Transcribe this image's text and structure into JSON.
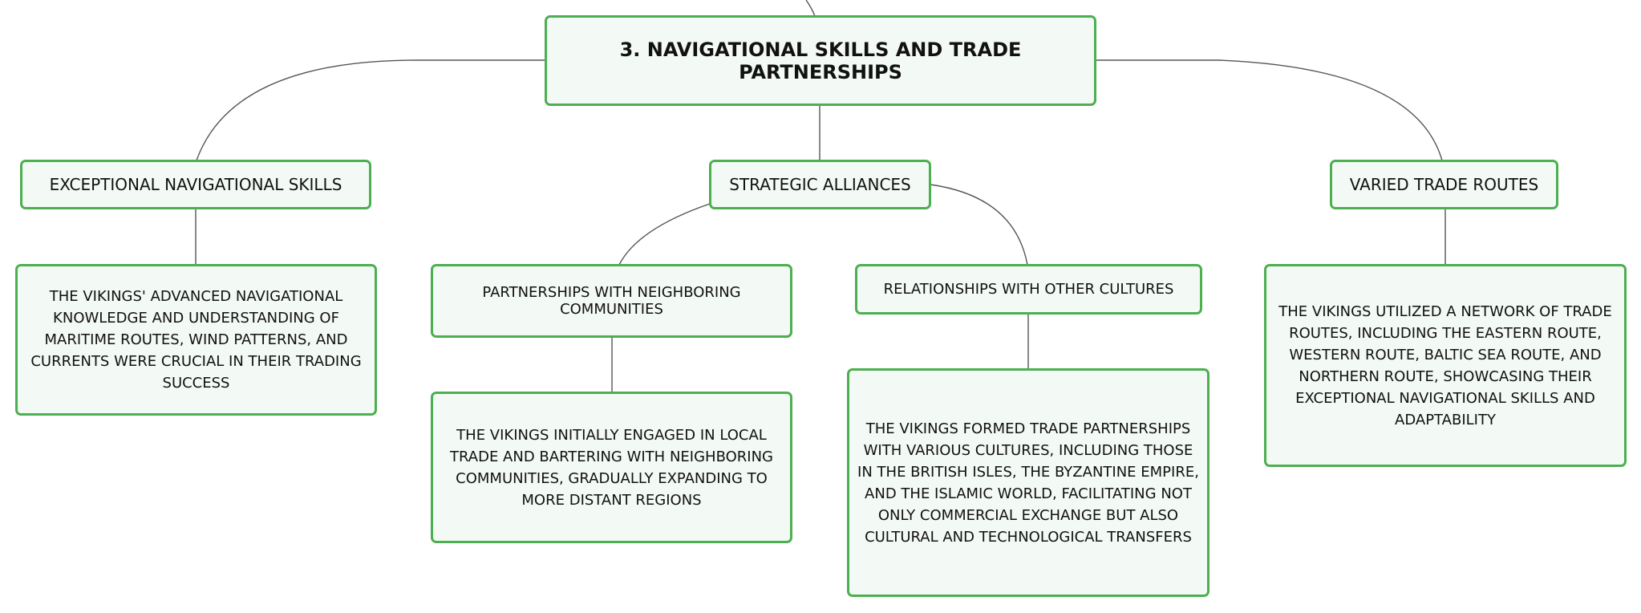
{
  "map": {
    "root": {
      "label": "3. NAVIGATIONAL SKILLS AND TRADE PARTNERSHIPS"
    },
    "branches": [
      {
        "label": "EXCEPTIONAL NAVIGATIONAL SKILLS",
        "detail": "THE VIKINGS' ADVANCED NAVIGATIONAL KNOWLEDGE AND UNDERSTANDING OF MARITIME ROUTES, WIND PATTERNS, AND CURRENTS WERE CRUCIAL IN THEIR TRADING SUCCESS"
      },
      {
        "label": "STRATEGIC ALLIANCES",
        "children": [
          {
            "label": "PARTNERSHIPS WITH NEIGHBORING COMMUNITIES",
            "detail": "THE VIKINGS INITIALLY ENGAGED IN LOCAL TRADE AND BARTERING WITH NEIGHBORING COMMUNITIES, GRADUALLY EXPANDING TO MORE DISTANT REGIONS"
          },
          {
            "label": "RELATIONSHIPS WITH OTHER CULTURES",
            "detail": "THE VIKINGS FORMED TRADE PARTNERSHIPS WITH VARIOUS CULTURES, INCLUDING THOSE IN THE BRITISH ISLES, THE BYZANTINE EMPIRE, AND THE ISLAMIC WORLD, FACILITATING NOT ONLY COMMERCIAL EXCHANGE BUT ALSO CULTURAL AND TECHNOLOGICAL TRANSFERS"
          }
        ]
      },
      {
        "label": "VARIED TRADE ROUTES",
        "detail": "THE VIKINGS UTILIZED A NETWORK OF TRADE ROUTES, INCLUDING THE EASTERN ROUTE, WESTERN ROUTE, BALTIC SEA ROUTE, AND NORTHERN ROUTE, SHOWCASING THEIR EXCEPTIONAL NAVIGATIONAL SKILLS AND ADAPTABILITY"
      }
    ]
  },
  "colors": {
    "node_border": "#4caf50",
    "node_fill": "#f3f9f4",
    "connector": "#555555",
    "text": "#111111"
  }
}
